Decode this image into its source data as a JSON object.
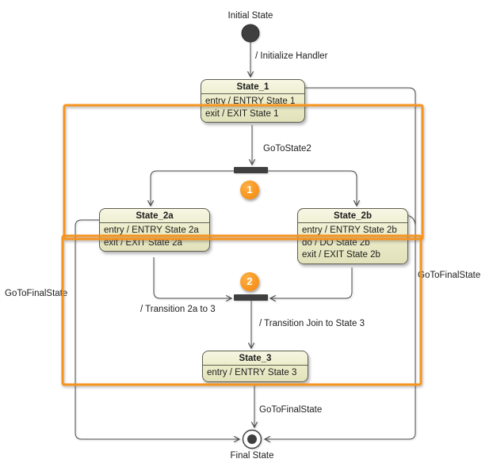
{
  "colors": {
    "accent_orange": "#F7941E",
    "state_fill": "#ECECC8",
    "state_border": "#5E5E50",
    "connector": "#4A4A4A",
    "node_fill": "#3F3F3F"
  },
  "nodes": {
    "initial": {
      "label": "Initial State"
    },
    "state1": {
      "title": "State_1",
      "lines": [
        "entry / ENTRY State 1",
        "exit / EXIT State 1"
      ]
    },
    "state2a": {
      "title": "State_2a",
      "lines": [
        "entry / ENTRY State 2a",
        "exit / EXIT State 2a"
      ]
    },
    "state2b": {
      "title": "State_2b",
      "lines": [
        "entry / ENTRY State 2b",
        "do / DO State 2b",
        "exit / EXIT State 2b"
      ]
    },
    "state3": {
      "title": "State_3",
      "lines": [
        "entry / ENTRY State 3"
      ]
    },
    "final": {
      "label": "Final State"
    }
  },
  "transitions": {
    "initialize_handler": "/ Initialize Handler",
    "goto_state2": "GoToState2",
    "transition_2a_to_3": "/ Transition 2a to 3",
    "transition_join_to_state3": "/ Transition Join to State 3",
    "goto_final_from_state3": "GoToFinalState",
    "goto_final_left": "GoToFinalState",
    "goto_final_right": "GoToFinalState"
  },
  "badges": {
    "step1": "1",
    "step2": "2"
  }
}
